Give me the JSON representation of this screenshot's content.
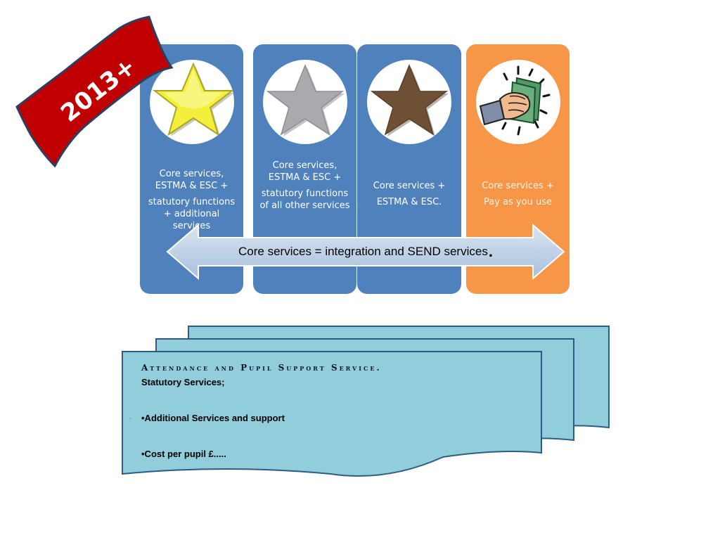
{
  "banner": {
    "text": "2013+",
    "color": "#c00000"
  },
  "columns": [
    {
      "star": "gold-star-icon",
      "star_color": "#f5f24a",
      "lines": [
        "Core services,",
        "ESTMA & ESC +",
        "statutory functions",
        "+ additional services"
      ]
    },
    {
      "star": "silver-star-icon",
      "star_color": "#a8aaae",
      "lines": [
        "Core services,",
        "ESTMA & ESC +",
        "statutory functions",
        "of all other services"
      ]
    },
    {
      "star": "bronze-star-icon",
      "star_color": "#6e5135",
      "lines": [
        "Core services +",
        "ESTMA & ESC."
      ]
    },
    {
      "star": "cash-in-hand-icon",
      "star_color": "#3c8a5a",
      "lines": [
        "Core services +",
        "Pay  as you use"
      ]
    }
  ],
  "arrow": {
    "label": "Core services = integration and SEND services",
    "label_suffix": "."
  },
  "sheet": {
    "title": "Attendance and Pupil Support Service",
    "title_suffix": ".",
    "line1": "Statutory Services;",
    "bullet_mark": "•",
    "line2": "•Additional Services and support",
    "line3": "•Cost per pupil £....."
  },
  "colors": {
    "blue": "#4f81bd",
    "orange": "#f79646",
    "arrow": "#b8cce4",
    "sheet": "#92cddc",
    "banner": "#c00000"
  }
}
